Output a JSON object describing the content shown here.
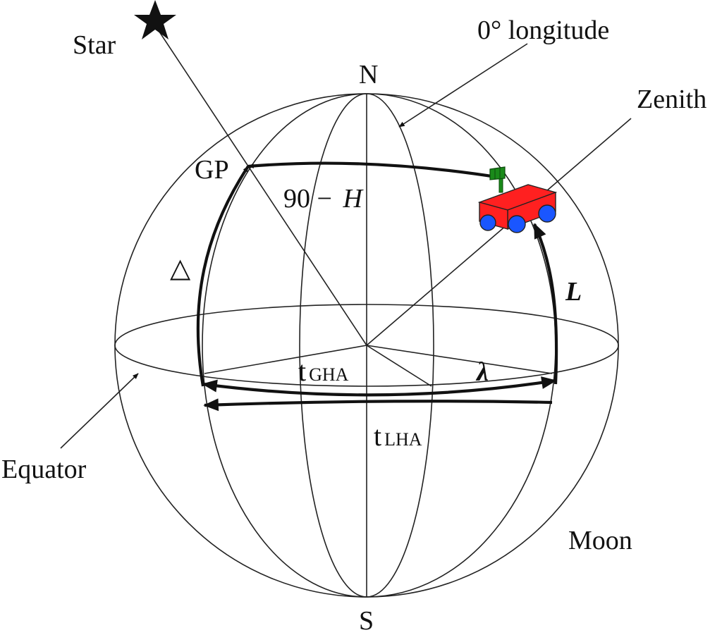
{
  "labels": {
    "star": "Star",
    "zero_longitude": "0° longitude",
    "north": "N",
    "south": "S",
    "zenith": "Zenith",
    "gp": "GP",
    "zenith_distance_prefix": "90 −",
    "zenith_distance_var": "H",
    "delta": "△",
    "latitude": "L",
    "gha_base": "t",
    "gha_sub": "GHA",
    "longitude": "λ",
    "lha_base": "t",
    "lha_sub": "LHA",
    "equator": "Equator",
    "moon": "Moon"
  },
  "colors": {
    "lines": "#222222",
    "rover_body": "#ff2020",
    "rover_wheels": "#1a56ff",
    "rover_antenna": "#1a8a1a"
  },
  "icons": {
    "star": "star-icon",
    "rover": "lunar-rover-icon"
  }
}
